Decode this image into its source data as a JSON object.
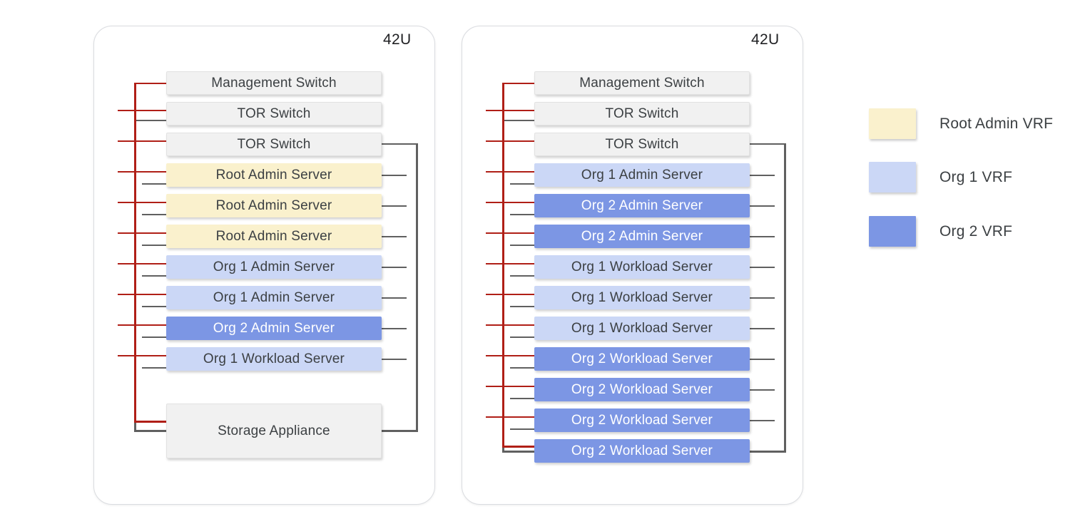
{
  "diagram": {
    "colors": {
      "root_admin": "#FAF1CD",
      "org1": "#CBD7F6",
      "org2": "#7C96E4",
      "switch_gray": "#F1F1F1",
      "mgmt_network_red": "#B01F17",
      "data_network_gray": "#606060",
      "label_text": "#3C4043",
      "rack_border": "#DADCE0"
    },
    "racks": [
      {
        "name": "rack-1",
        "capacity_label": "42U",
        "units": [
          {
            "label": "Management Switch",
            "type": "switch"
          },
          {
            "label": "TOR Switch",
            "type": "switch"
          },
          {
            "label": "TOR Switch",
            "type": "switch"
          },
          {
            "label": "Root Admin Server",
            "type": "root_admin"
          },
          {
            "label": "Root Admin Server",
            "type": "root_admin"
          },
          {
            "label": "Root Admin Server",
            "type": "root_admin"
          },
          {
            "label": "Org 1 Admin Server",
            "type": "org1"
          },
          {
            "label": "Org 1 Admin Server",
            "type": "org1"
          },
          {
            "label": "Org 2 Admin Server",
            "type": "org2"
          },
          {
            "label": "Org 1 Workload Server",
            "type": "org1"
          },
          {
            "label": "Storage Appliance",
            "type": "storage"
          }
        ]
      },
      {
        "name": "rack-2",
        "capacity_label": "42U",
        "units": [
          {
            "label": "Management Switch",
            "type": "switch"
          },
          {
            "label": "TOR Switch",
            "type": "switch"
          },
          {
            "label": "TOR Switch",
            "type": "switch"
          },
          {
            "label": "Org 1 Admin Server",
            "type": "org1"
          },
          {
            "label": "Org 2 Admin Server",
            "type": "org2"
          },
          {
            "label": "Org 2 Admin Server",
            "type": "org2"
          },
          {
            "label": "Org 1 Workload Server",
            "type": "org1"
          },
          {
            "label": "Org 1 Workload Server",
            "type": "org1"
          },
          {
            "label": "Org 1 Workload Server",
            "type": "org1"
          },
          {
            "label": "Org 2 Workload Server",
            "type": "org2"
          },
          {
            "label": "Org 2 Workload Server",
            "type": "org2"
          },
          {
            "label": "Org 2 Workload Server",
            "type": "org2"
          },
          {
            "label": "Org 2 Workload Server",
            "type": "org2"
          }
        ]
      }
    ],
    "legend": [
      {
        "label": "Root Admin VRF",
        "type": "root_admin"
      },
      {
        "label": "Org 1 VRF",
        "type": "org1"
      },
      {
        "label": "Org 2 VRF",
        "type": "org2"
      }
    ]
  }
}
